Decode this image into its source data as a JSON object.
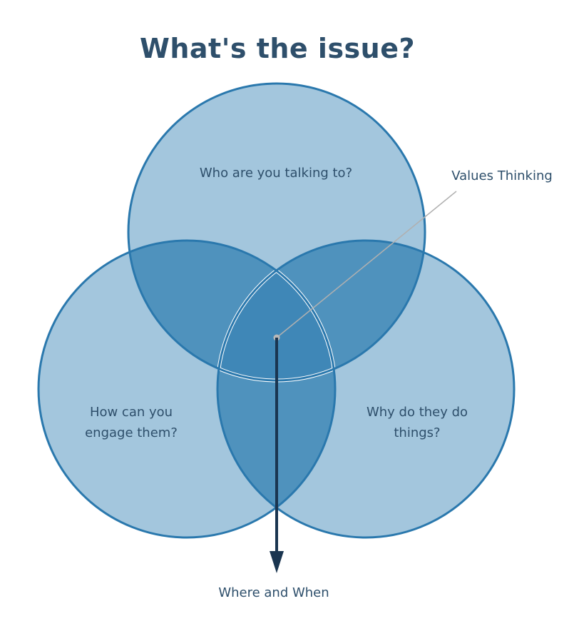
{
  "title": "What's the issue?",
  "circles": {
    "top": {
      "label": "Who are you talking to?"
    },
    "left": {
      "label_line1": "How can you",
      "label_line2": "engage them?"
    },
    "right": {
      "label_line1": "Why do they do",
      "label_line2": "things?"
    }
  },
  "callout": {
    "label": "Values Thinking"
  },
  "arrow": {
    "label": "Where and When"
  },
  "colors": {
    "circle_fill": "#a3c6dd",
    "circle_stroke": "#2a78ad",
    "pair_overlap": "#4f92bd",
    "center_overlap": "#3f87b7",
    "text": "#2e4f6b",
    "arrow": "#1a3550",
    "callout_line": "#b0b0b0"
  }
}
